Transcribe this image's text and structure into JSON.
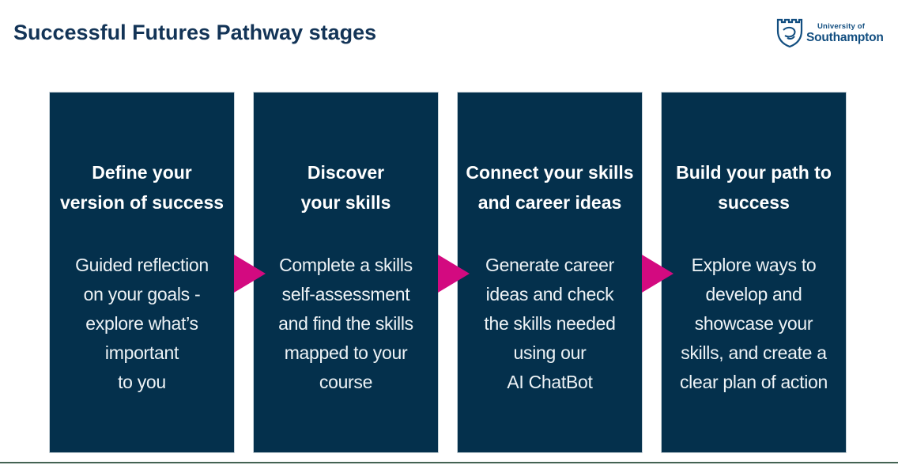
{
  "page": {
    "title": "Successful Futures Pathway stages"
  },
  "logo": {
    "name": "University of Southampton",
    "line1": "University of",
    "line2": "Southampton"
  },
  "stages": [
    {
      "heading": "Define your\nversion of success",
      "body": "Guided reflection\non your goals -\nexplore what’s\nimportant\nto you"
    },
    {
      "heading": "Discover\nyour skills",
      "body": "Complete a skills\nself-assessment\nand find the skills\nmapped to your\ncourse"
    },
    {
      "heading": "Connect your skills\nand career ideas",
      "body": "Generate career\nideas and check\nthe skills needed\nusing our\nAI ChatBot"
    },
    {
      "heading": "Build your path to\nsuccess",
      "body": "Explore ways to\ndevelop and\nshowcase your\nskills, and create a\nclear plan of action"
    }
  ],
  "colors": {
    "box_navy": "#04304c",
    "arrow_pink": "#d30a80",
    "title_navy": "#133457",
    "logo_blue": "#124e80",
    "bottom_line": "#446353"
  }
}
